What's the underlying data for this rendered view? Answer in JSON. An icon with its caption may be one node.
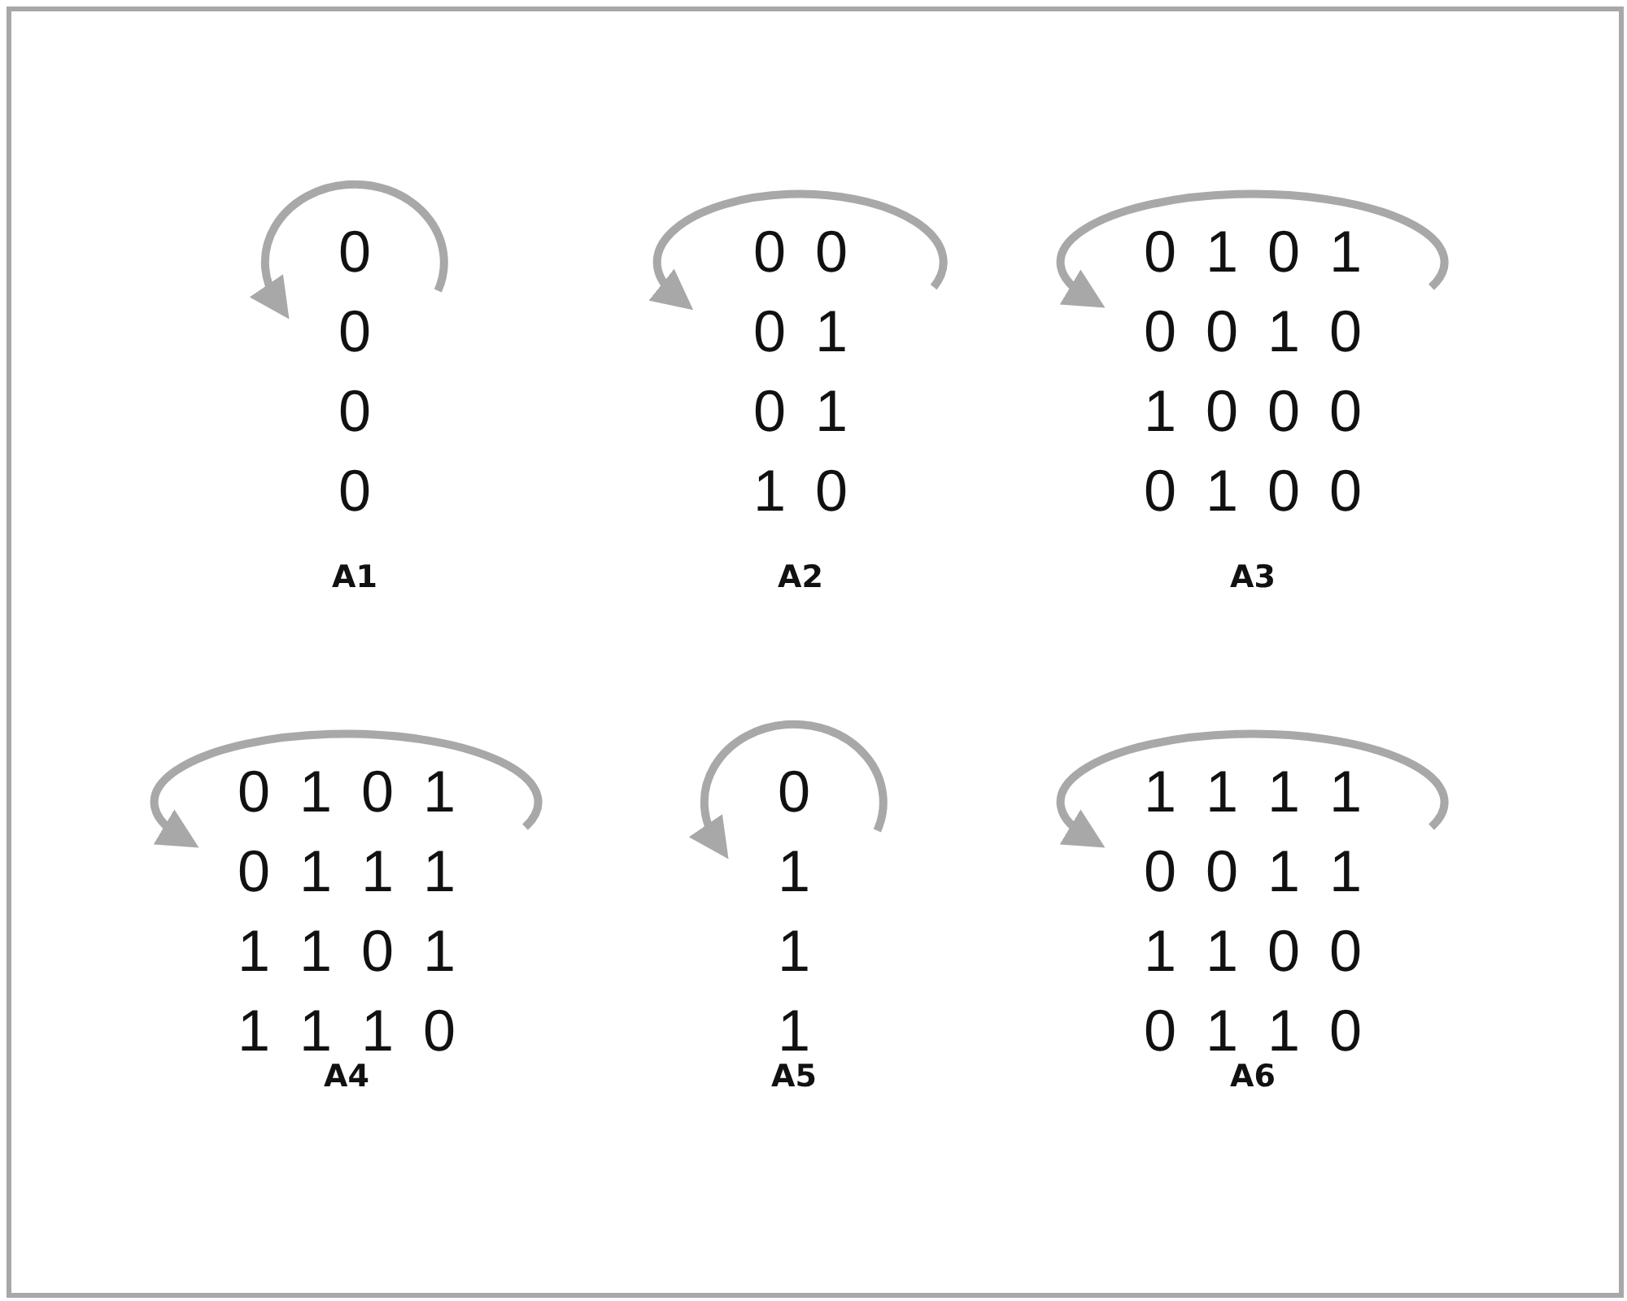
{
  "diagram": {
    "labels": [
      "0",
      "0",
      "0",
      "0",
      "A1",
      "0",
      "0",
      "0",
      "1",
      "0",
      "1",
      "1",
      "0",
      "A2",
      "0",
      "1",
      "0",
      "1",
      "0",
      "0",
      "1",
      "0",
      "1",
      "0",
      "0",
      "0",
      "0",
      "1",
      "0",
      "0",
      "A3",
      "0",
      "1",
      "0",
      "1",
      "0",
      "1",
      "1",
      "1",
      "1",
      "1",
      "0",
      "1",
      "1",
      "1",
      "1",
      "0",
      "A4",
      "0",
      "1",
      "1",
      "1",
      "A5",
      "1",
      "1",
      "1",
      "1",
      "0",
      "0",
      "1",
      "1",
      "1",
      "1",
      "0",
      "0",
      "0",
      "1",
      "1",
      "0",
      "A6"
    ]
  }
}
